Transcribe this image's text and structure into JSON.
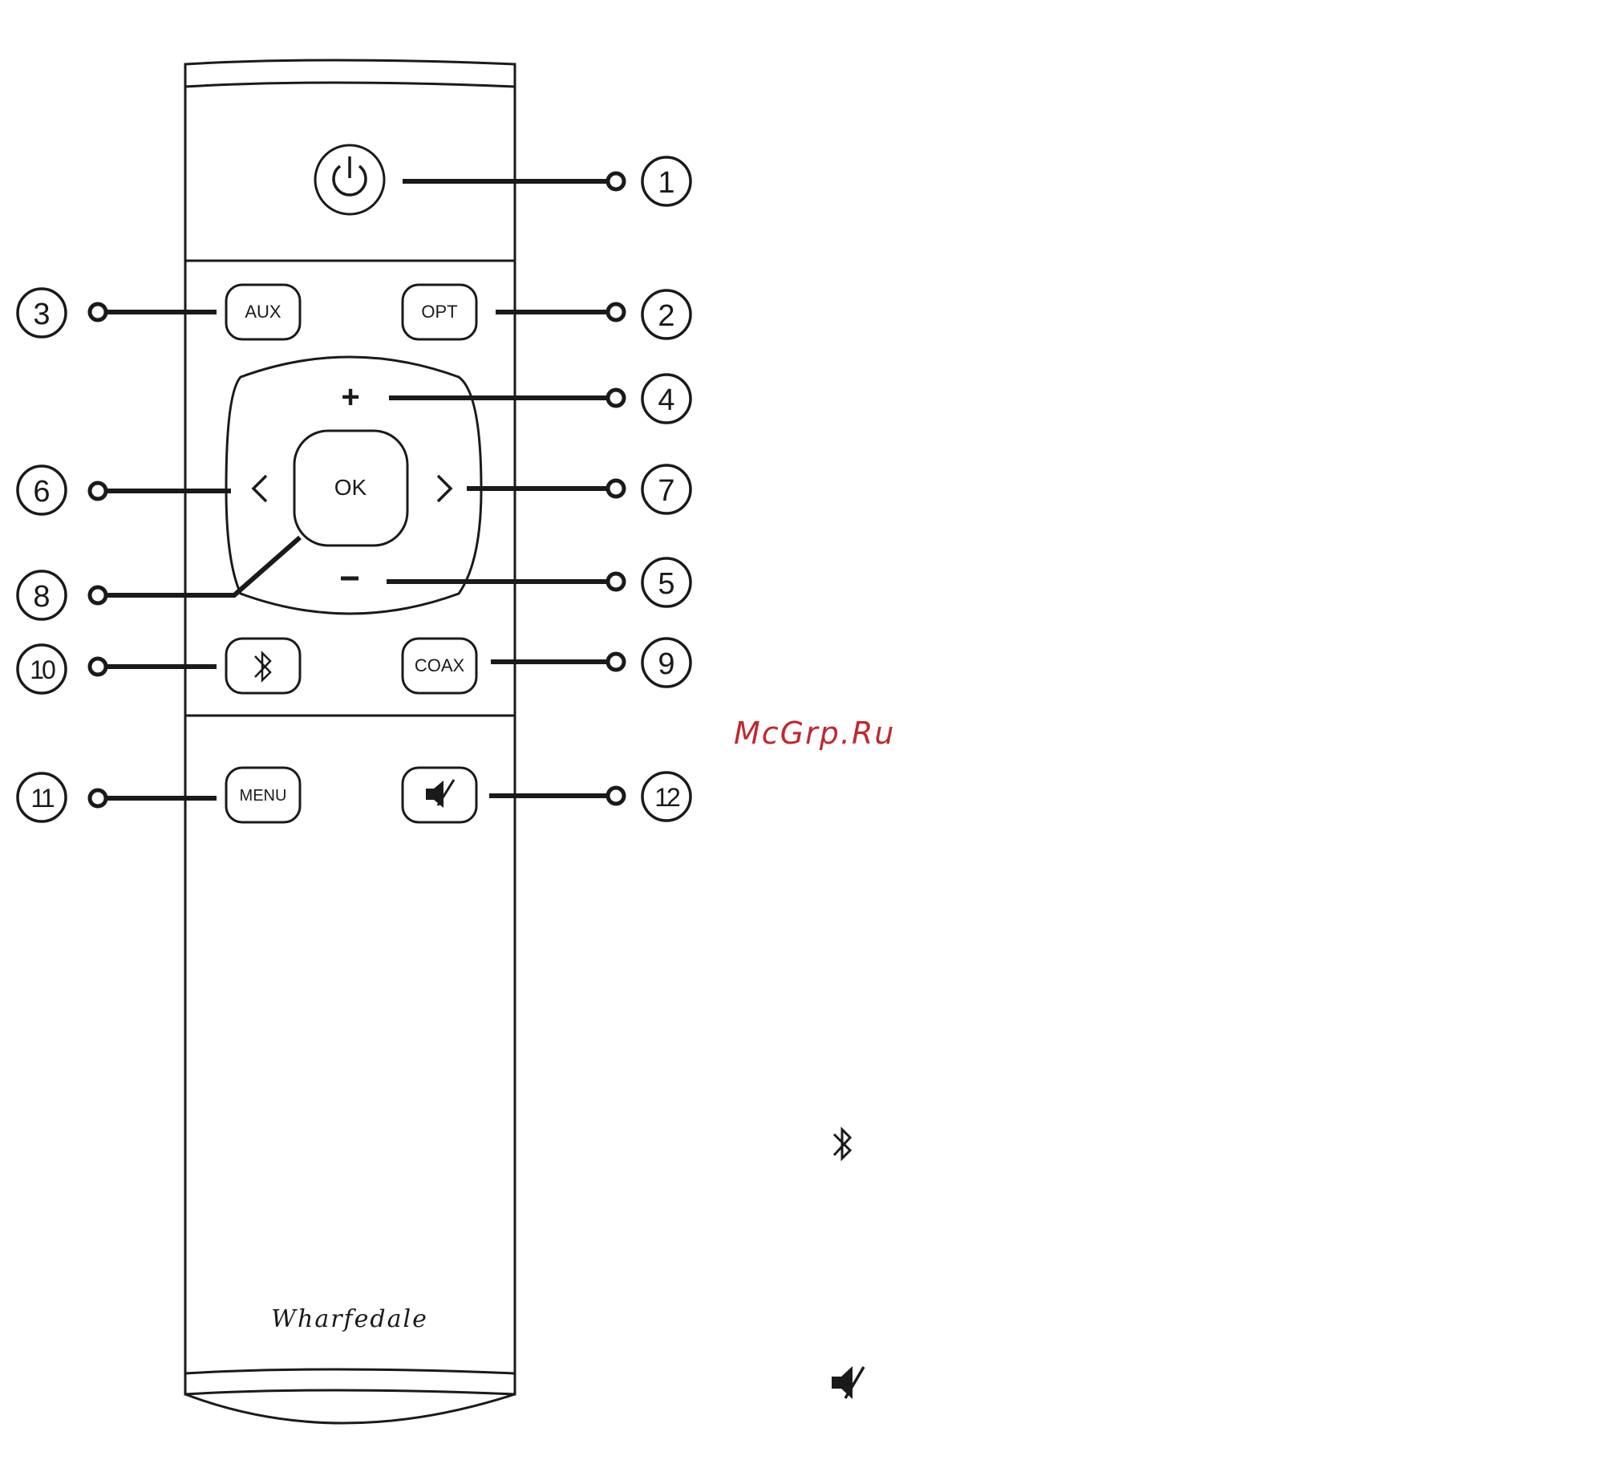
{
  "callouts": {
    "c1": "1",
    "c2": "2",
    "c3": "3",
    "c4": "4",
    "c5": "5",
    "c6": "6",
    "c7": "7",
    "c8": "8",
    "c9": "9",
    "c10": "10",
    "c11": "11",
    "c12": "12"
  },
  "buttons": {
    "aux": "AUX",
    "opt": "OPT",
    "plus": "+",
    "minus": "–",
    "left": "<",
    "right": ">",
    "ok": "OK",
    "coax": "COAX",
    "menu": "MENU"
  },
  "brand": "Wharfedale",
  "watermark": "McGrp.Ru",
  "icons": {
    "power": "power-icon",
    "bluetooth": "bluetooth-icon",
    "mute": "mute-icon"
  },
  "colors": {
    "ink": "#1a1a1a",
    "watermark": "#c0282d"
  }
}
